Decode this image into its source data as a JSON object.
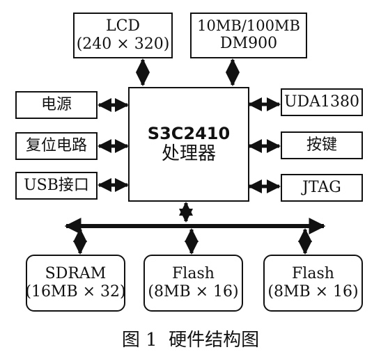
{
  "diagram": {
    "cpu": {
      "line1": "S3C2410",
      "line2": "处理器"
    },
    "top": {
      "lcd": {
        "line1": "LCD",
        "line2": "(240 × 320)"
      },
      "ethernet": {
        "line1": "10MB/100MB",
        "line2": "DM900"
      }
    },
    "left": {
      "power": "电源",
      "reset": "复位电路",
      "usb": "USB接口"
    },
    "right": {
      "audio": "UDA1380",
      "keys": "按键",
      "jtag": "JTAG"
    },
    "bottom": {
      "sdram": {
        "line1": "SDRAM",
        "line2": "(16MB × 32)"
      },
      "flash1": {
        "line1": "Flash",
        "line2": "(8MB × 16)"
      },
      "flash2": {
        "line1": "Flash",
        "line2": "(8MB × 16)"
      }
    },
    "caption": "图 1  硬件结构图"
  }
}
